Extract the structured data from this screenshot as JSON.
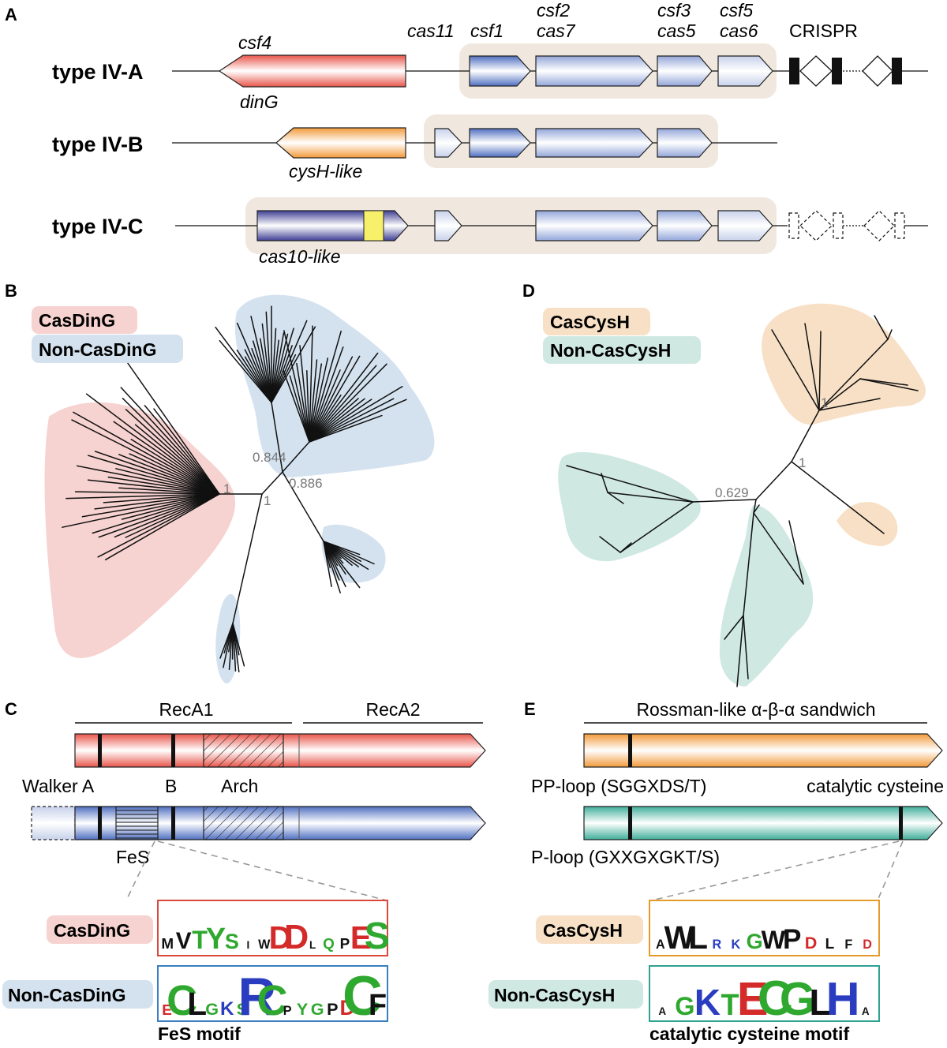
{
  "panels": {
    "a": {
      "letter": "A",
      "rows": [
        {
          "label": "type IV-A"
        },
        {
          "label": "type IV-B"
        },
        {
          "label": "type IV-C"
        }
      ],
      "gene_labels": {
        "csf4": "csf4",
        "dinG": "dinG",
        "cas11": "cas11",
        "csf1": "csf1",
        "csf2": "csf2",
        "cas7": "cas7",
        "csf3": "csf3",
        "cas5": "cas5",
        "csf5": "csf5",
        "cas6": "cas6",
        "crispr": "CRISPR",
        "cysH": "cysH-like",
        "cas10": "cas10-like"
      }
    },
    "b": {
      "letter": "B",
      "legend": [
        "CasDinG",
        "Non-CasDinG"
      ],
      "support_values": [
        "0.844",
        "0.886",
        "1",
        "1"
      ]
    },
    "c": {
      "letter": "C",
      "domains": [
        "RecA1",
        "RecA2"
      ],
      "motifs": [
        "Walker A",
        "B",
        "Arch",
        "FeS"
      ],
      "logo_rows": [
        "CasDinG",
        "Non-CasDinG"
      ],
      "logo_casding": [
        "M",
        "V",
        "T",
        "Y",
        "S",
        "I",
        "W",
        "D",
        "D",
        "L",
        "Q",
        "P",
        "E",
        "S"
      ],
      "logo_noncasding": [
        "E",
        "C",
        "L",
        "G",
        "K",
        "S",
        "R",
        "C",
        "P",
        "Y",
        "G",
        "P",
        "D",
        "C",
        "F"
      ],
      "caption": "FeS motif"
    },
    "d": {
      "letter": "D",
      "legend": [
        "CasCysH",
        "Non-CasCysH"
      ],
      "support_values": [
        "1",
        "1",
        "0.629"
      ]
    },
    "e": {
      "letter": "E",
      "domain": "Rossman-like α-β-α sandwich",
      "motifs": [
        "PP-loop (SGGXDS/T)",
        "catalytic cysteine",
        "P-loop (GXXGXGKT/S)"
      ],
      "logo_rows": [
        "CasCysH",
        "Non-CasCysH"
      ],
      "logo_cascysh": [
        "A",
        "W",
        "L",
        "R",
        "K",
        "G",
        "W",
        "P",
        "D",
        "L",
        "F",
        "D"
      ],
      "logo_noncascysh": [
        "A",
        "G",
        "K",
        "T",
        "E",
        "C",
        "G",
        "L",
        "H",
        "A"
      ],
      "caption": "catalytic cysteine motif"
    }
  },
  "colors": {
    "red_gene": "#e8554a",
    "blue_gene": "#4f6fc0",
    "orange_gene": "#f29a3a",
    "purple_gene": "#3f3f94",
    "teal_gene": "#3fae9a",
    "casding_bg": "#f6d2d0",
    "noncasding_bg": "#d4e2ef",
    "cascysh_bg": "#f8e0c6",
    "noncascysh_bg": "#cfe8e2",
    "cluster_bg": "#f0e8de"
  }
}
